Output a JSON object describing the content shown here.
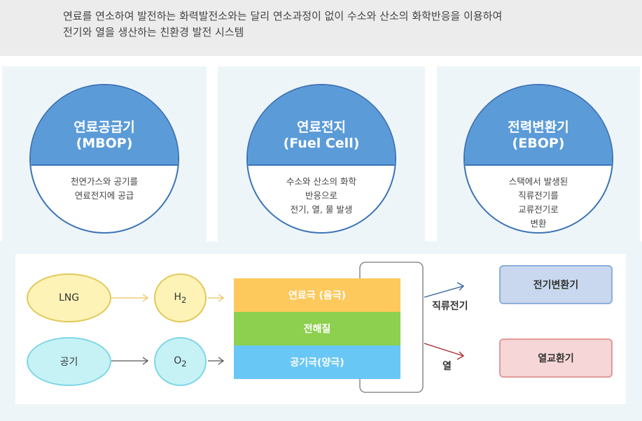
{
  "intro": {
    "line1": "연료를 연소하여 발전하는 화력발전소와는 달리 연소과정이 없이 수소와 산소의 화학반응을 이용하여",
    "line2": "전기와 열을 생산하는 친환경 발전 시스템"
  },
  "components": [
    {
      "title": "연료공급기",
      "subtitle": "(MBOP)",
      "desc": [
        "천연가스와 공기를",
        "연료전지에 공급"
      ]
    },
    {
      "title": "연료전지",
      "subtitle": "(Fuel Cell)",
      "desc": [
        "수소와 산소의 화학",
        "반응으로",
        "전기, 열, 물 발생"
      ]
    },
    {
      "title": "전력변환기",
      "subtitle": "(EBOP)",
      "desc": [
        "스택에서 발생된",
        "직류전기를",
        "교류전기로",
        "변환"
      ]
    }
  ],
  "flow": {
    "input1": "LNG",
    "input2": "공기",
    "h2": {
      "base": "H",
      "sub": "2"
    },
    "o2": {
      "base": "O",
      "sub": "2"
    },
    "layers": {
      "anode": "연료극 (음극)",
      "electrolyte": "전해질",
      "cathode": "공기극(양극)"
    },
    "dc_label": "직류전기",
    "heat_label": "열",
    "inverter": "전기변환기",
    "heat_exchanger": "열교환기"
  },
  "colors": {
    "header_blue": "#5b9bd8",
    "anode": "#fdc95d",
    "electrolyte": "#8dcf4e",
    "cathode": "#69c7f6",
    "lng_fill": "#fdf3b7",
    "air_fill": "#c6f2f6",
    "inverter_fill": "#c9d8ee",
    "heat_fill": "#f6d6d6"
  }
}
